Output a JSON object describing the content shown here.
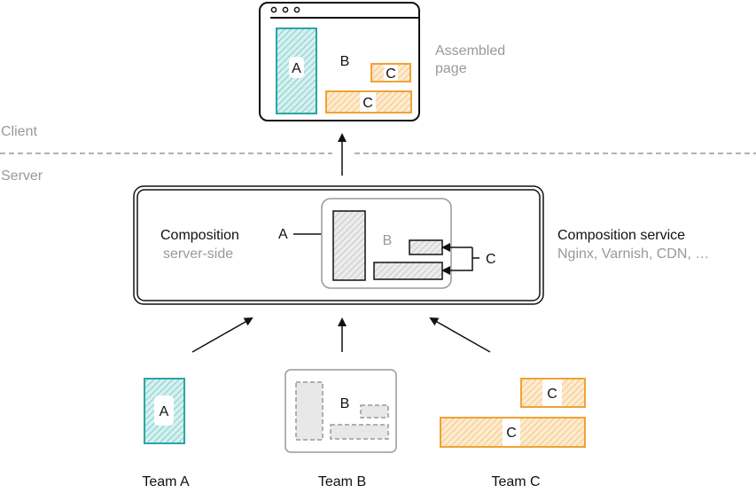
{
  "colors": {
    "team_a": "#2aa7a3",
    "team_a_fill": "#bfe6e4",
    "team_c": "#f0a236",
    "team_c_fill": "#fbdcae",
    "neutral_fill": "#d9d9d9",
    "grey_text": "#999999",
    "dark": "#111111"
  },
  "zones": {
    "client_label": "Client",
    "server_label": "Server"
  },
  "assembled_page": {
    "caption_line1": "Assembled",
    "caption_line2": "page",
    "fragment_a": "A",
    "fragment_b": "B",
    "fragment_c_small": "C",
    "fragment_c_wide": "C"
  },
  "composition": {
    "title": "Composition",
    "subtitle": "server-side",
    "label_a": "A",
    "label_b": "B",
    "label_c": "C",
    "service_title": "Composition service",
    "service_examples": "Nginx, Varnish, CDN, …"
  },
  "teams": [
    {
      "name": "Team A",
      "fragment": "A"
    },
    {
      "name": "Team B",
      "fragment": "B"
    },
    {
      "name": "Team C",
      "fragment_small": "C",
      "fragment_wide": "C"
    }
  ]
}
